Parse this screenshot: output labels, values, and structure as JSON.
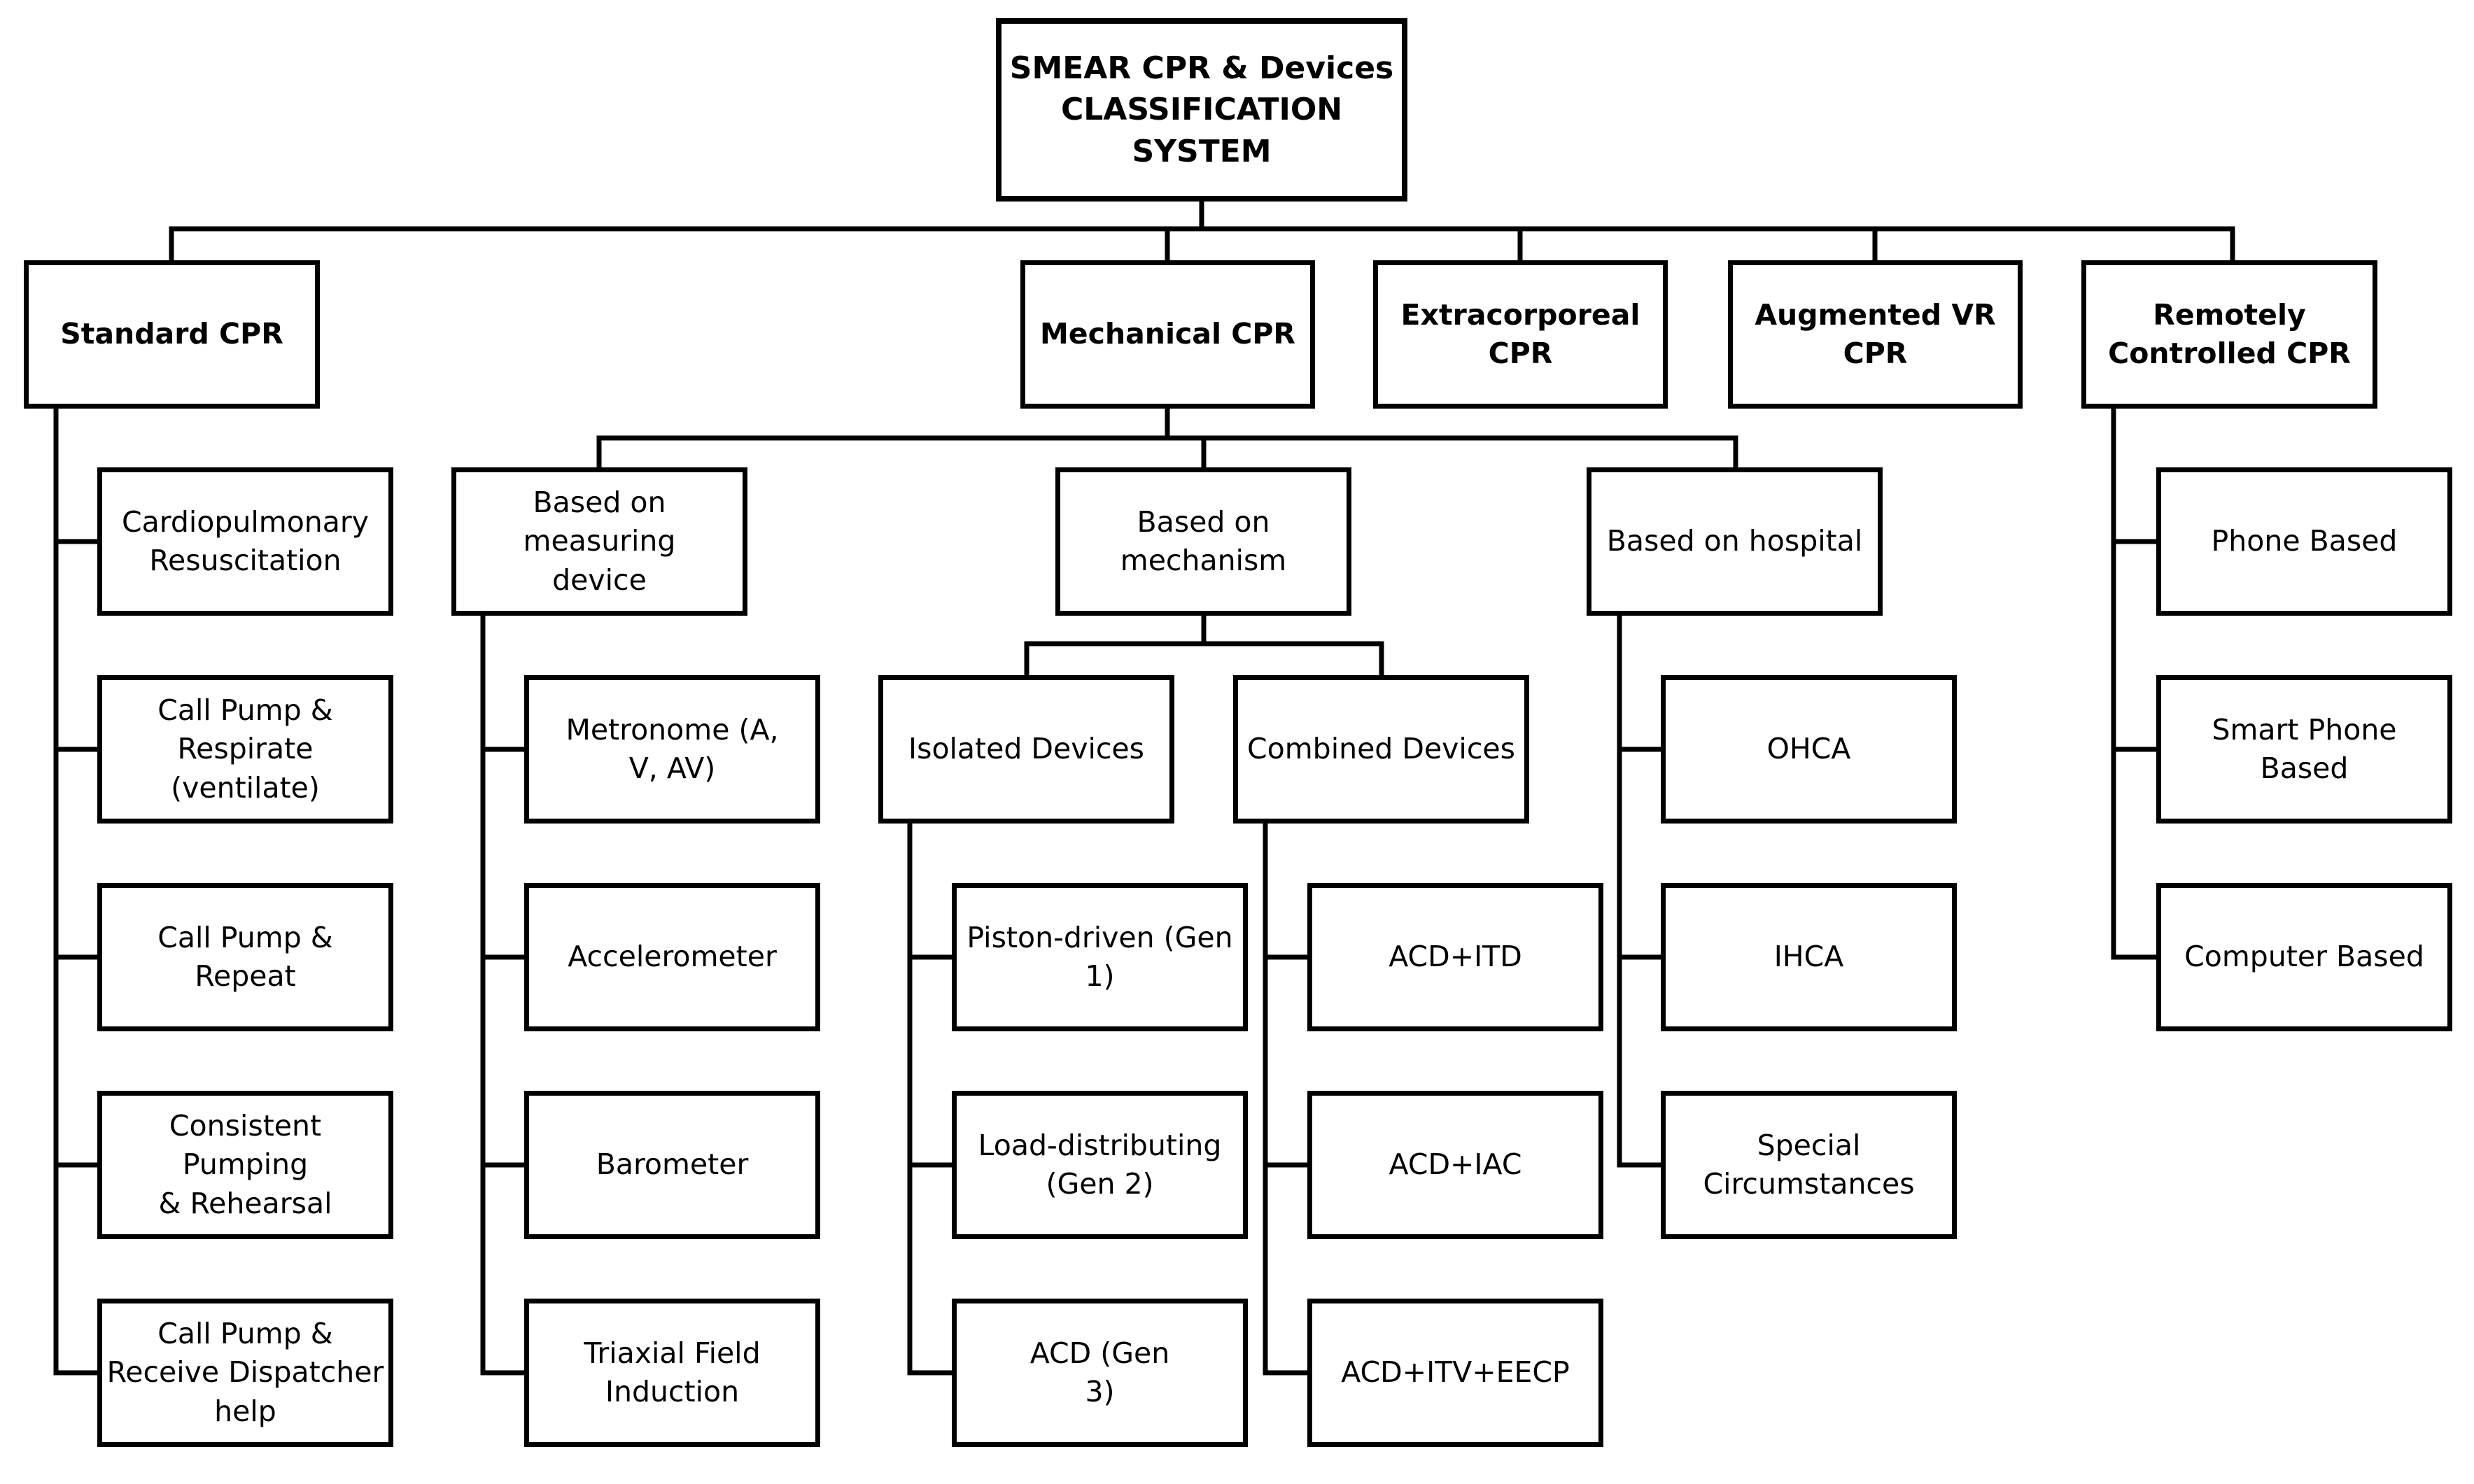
{
  "diagram": {
    "root": "SMEAR CPR & Devices\nCLASSIFICATION SYSTEM",
    "categories": {
      "standard": "Standard CPR",
      "mechanical": "Mechanical CPR",
      "extracorporeal": "Extracorporeal CPR",
      "augmented_vr": "Augmented VR CPR",
      "remote": "Remotely\nControlled CPR"
    },
    "standard_items": [
      "Cardiopulmonary\nResuscitation",
      "Call Pump &\nRespirate\n(ventilate)",
      "Call Pump & Repeat",
      "Consistent Pumping\n& Rehearsal",
      "Call Pump &\nReceive Dispatcher\nhelp"
    ],
    "mechanical_groups": {
      "measuring": "Based on measuring\ndevice",
      "mechanism": "Based on\nmechanism",
      "hospital": "Based on hospital"
    },
    "measuring_items": [
      "Metronome       (A,\nV, AV)",
      "Accelerometer",
      "Barometer",
      "Triaxial Field\nInduction"
    ],
    "mechanism_subgroups": {
      "isolated": "Isolated    Devices",
      "combined": "Combined Devices"
    },
    "isolated_items": [
      "Piston-driven  (Gen\n1)",
      "Load-distributing\n(Gen 2)",
      "ACD                  (Gen\n3)"
    ],
    "combined_items": [
      "ACD+ITD",
      "ACD+IAC",
      "ACD+ITV+EECP"
    ],
    "hospital_items": [
      "OHCA",
      "IHCA",
      "Special\nCircumstances"
    ],
    "remote_items": [
      "Phone Based",
      "Smart Phone Based",
      "Computer Based"
    ]
  }
}
